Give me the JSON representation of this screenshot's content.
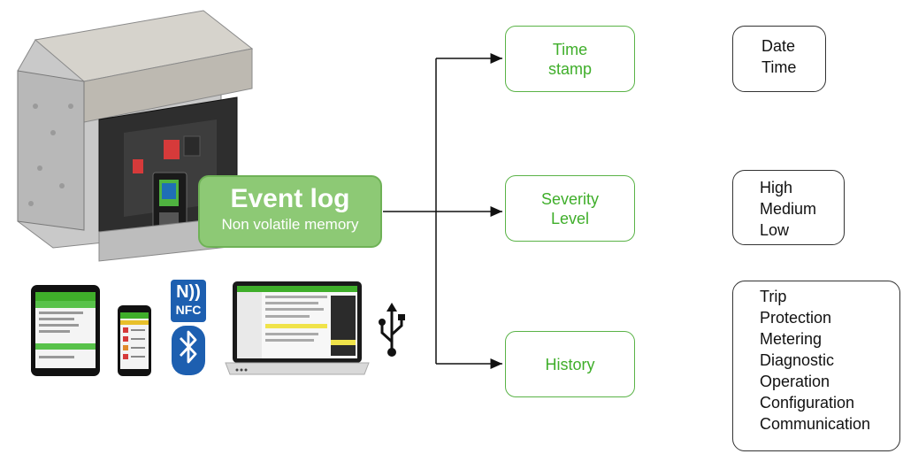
{
  "event_log": {
    "title": "Event log",
    "subtitle": "Non volatile memory"
  },
  "categories": [
    {
      "label": "Time\nstamp",
      "details": [
        "Date",
        "Time"
      ]
    },
    {
      "label": "Severity\nLevel",
      "details": [
        "High",
        "Medium",
        "Low"
      ]
    },
    {
      "label": "History",
      "details": [
        "Trip",
        "Protection",
        "Metering",
        "Diagnostic",
        "Operation",
        "Configuration",
        "Communication"
      ]
    }
  ],
  "badges": {
    "nfc": "NFC"
  },
  "colors": {
    "green": "#3fae2a",
    "event_fill": "#8dc975",
    "nfc_blue": "#1d5fb0",
    "bt_blue": "#1d5fb0"
  }
}
